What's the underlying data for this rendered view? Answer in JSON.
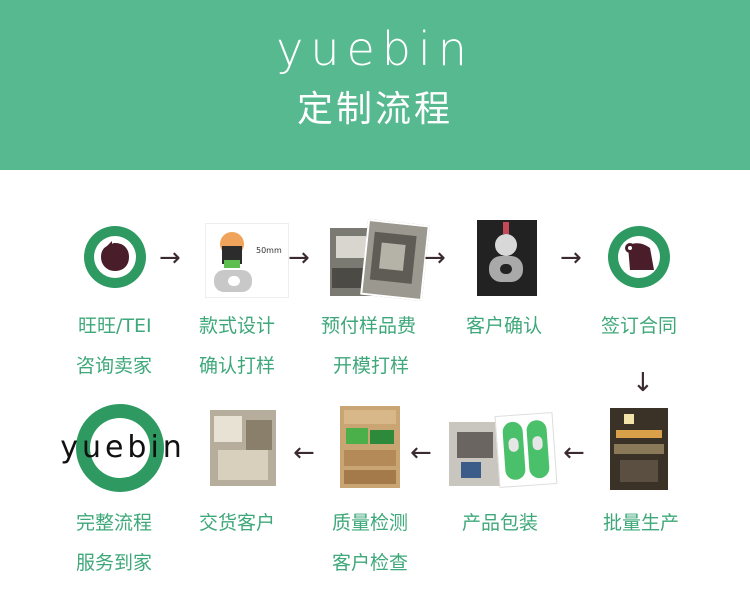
{
  "header": {
    "brand": "yuebin",
    "subtitle": "定制流程",
    "bg_color": "#56b98f"
  },
  "steps": [
    {
      "label1": "旺旺/TEI",
      "label2": "咨询卖家",
      "icon": "chat-bubble-icon"
    },
    {
      "label1": "款式设计",
      "label2": "确认打样",
      "icon": "design-photo",
      "dimension_text": "50mm"
    },
    {
      "label1": "预付样品费",
      "label2": "开模打样",
      "icon": "mold-photo"
    },
    {
      "label1": "客户确认",
      "label2": "",
      "icon": "sample-photo"
    },
    {
      "label1": "签订合同",
      "label2": "",
      "icon": "contract-icon"
    },
    {
      "label1": "批量生产",
      "label2": "",
      "icon": "factory-photo"
    },
    {
      "label1": "产品包装",
      "label2": "",
      "icon": "packaging-photo"
    },
    {
      "label1": "质量检测",
      "label2": "客户检查",
      "icon": "boxes-photo"
    },
    {
      "label1": "交货客户",
      "label2": "",
      "icon": "delivery-photo"
    },
    {
      "label1": "完整流程",
      "label2": "服务到家",
      "icon": "yuebin-logo-ring",
      "logo_text": "yuebin"
    }
  ],
  "colors": {
    "accent": "#3fa87a",
    "arrow": "#3b2a2f",
    "ring": "#2e9a62"
  }
}
